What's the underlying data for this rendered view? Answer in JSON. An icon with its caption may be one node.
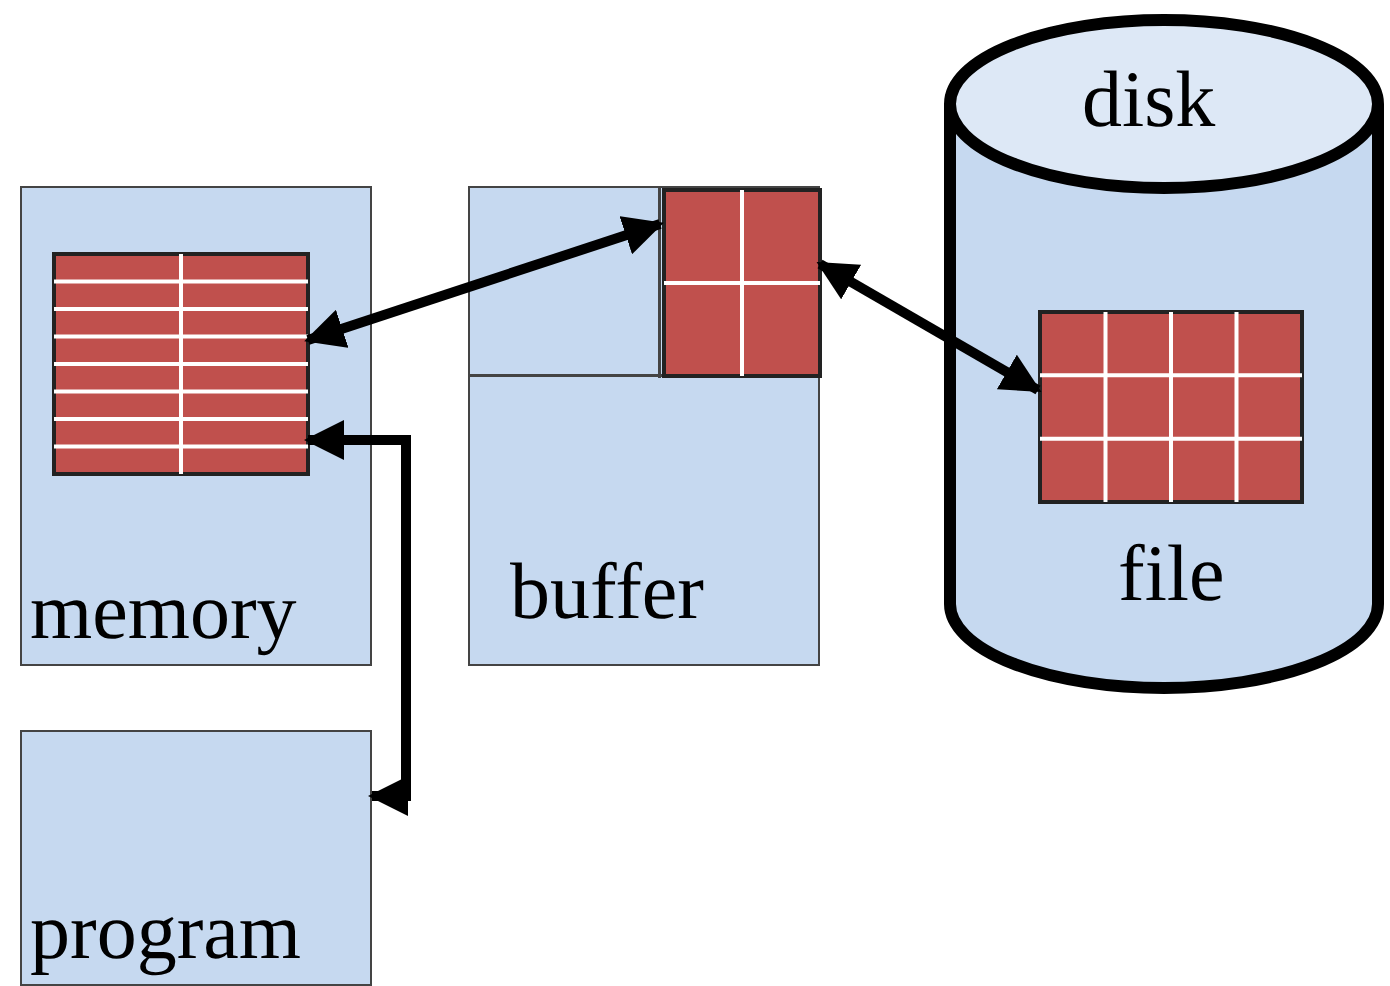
{
  "diagram": {
    "nodes": [
      {
        "text": [
          "memory"
        ]
      },
      {
        "text": [],
        "shape": "box",
        "in": 0
      },
      {
        "text": [
          "buffer"
        ]
      },
      {
        "text": [],
        "shape": "box",
        "in": 2
      },
      {
        "text": [
          "disk"
        ]
      },
      {
        "text": [],
        "shape": "box",
        "in": 4,
        "beside": [
          "file"
        ]
      },
      {
        "text": [
          "program"
        ]
      }
    ],
    "edges": [
      {
        "from": 1,
        "to": 3,
        "arrow": "both"
      },
      {
        "from": 3,
        "to": 5,
        "arrow": "both"
      },
      {
        "from": 6,
        "to": 1,
        "arrow": "both"
      }
    ]
  }
}
